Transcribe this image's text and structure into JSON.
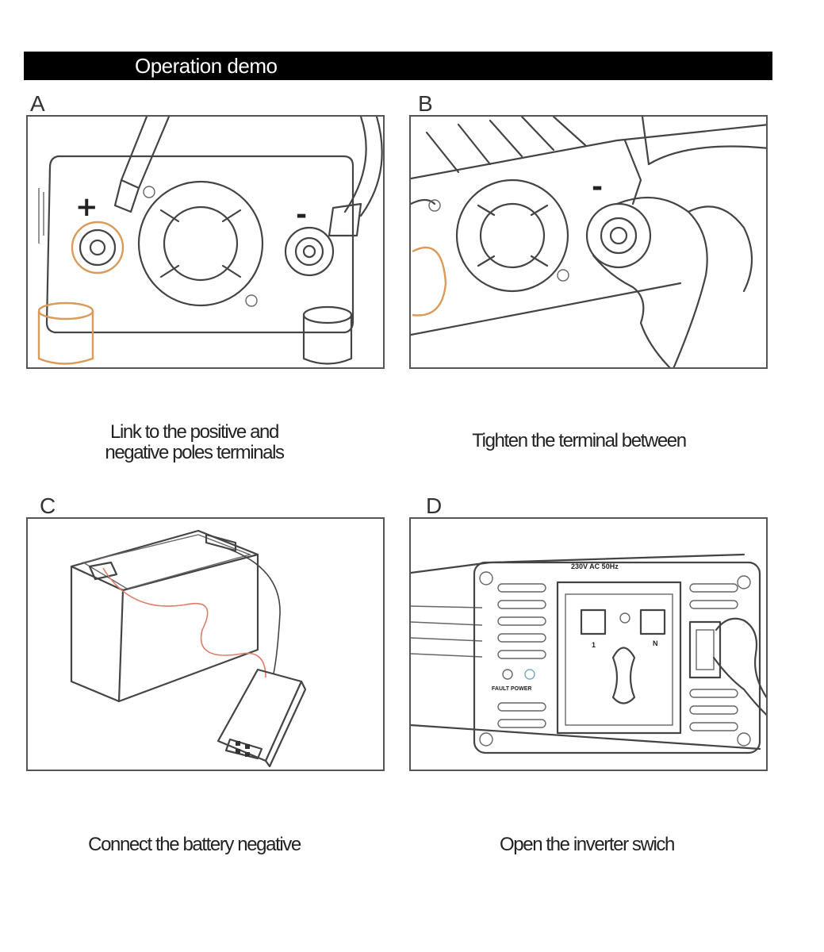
{
  "header": {
    "title": "Operation demo"
  },
  "steps": [
    {
      "letter": "A",
      "caption_line1": "Link to the positive and",
      "caption_line2": "negative poles terminals",
      "plus_symbol": "+",
      "minus_symbol": "-"
    },
    {
      "letter": "B",
      "caption_line1": "Tighten the terminal between",
      "minus_symbol": "-"
    },
    {
      "letter": "C",
      "caption_line1": "Connect the battery negative"
    },
    {
      "letter": "D",
      "caption_line1": "Open the inverter swich",
      "socket_label": "230V AC 50Hz",
      "indicator_label": "FAULT POWER",
      "n_label": "N",
      "l_label": "1"
    }
  ],
  "colors": {
    "accent_wire": "#e07b6a",
    "accent_cap": "#d99a5a",
    "header_bg": "#000000"
  }
}
